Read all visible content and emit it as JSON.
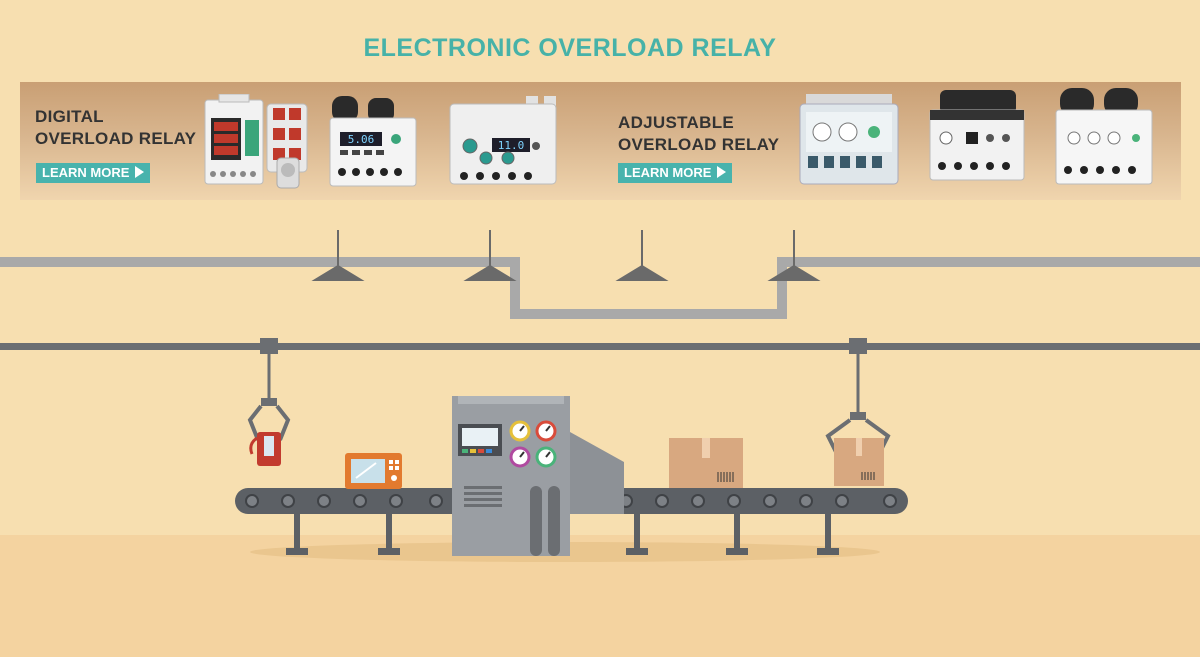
{
  "page": {
    "title": "ELECTRONIC OVERLOAD RELAY"
  },
  "banner": {
    "digital": {
      "line1": "DIGITAL",
      "line2": "OVERLOAD RELAY",
      "button": "LEARN MORE"
    },
    "adjustable": {
      "line1": "ADJUSTABLE",
      "line2": "OVERLOAD RELAY",
      "button": "LEARN MORE"
    },
    "relays": [
      {
        "name": "digital-overload-relay-with-ct",
        "display": ""
      },
      {
        "name": "digital-overload-relay-lcd",
        "display": "5.06"
      },
      {
        "name": "digital-overload-relay-dial",
        "display": "11.0"
      },
      {
        "name": "adjustable-overload-relay-dials",
        "display": ""
      },
      {
        "name": "adjustable-overload-relay-black",
        "display": ""
      },
      {
        "name": "adjustable-overload-relay-white",
        "display": ""
      }
    ]
  },
  "colors": {
    "accent": "#48b3ad",
    "title": "#47b2a8",
    "background": "#f7dfb0",
    "pipe": "#a9a9a9",
    "machine": "#9a9ea3",
    "conveyor": "#5c6065"
  },
  "icons": [
    "arrow-right-icon",
    "gauge-icon",
    "claw-icon",
    "box-icon",
    "kettle-icon",
    "microwave-icon"
  ]
}
